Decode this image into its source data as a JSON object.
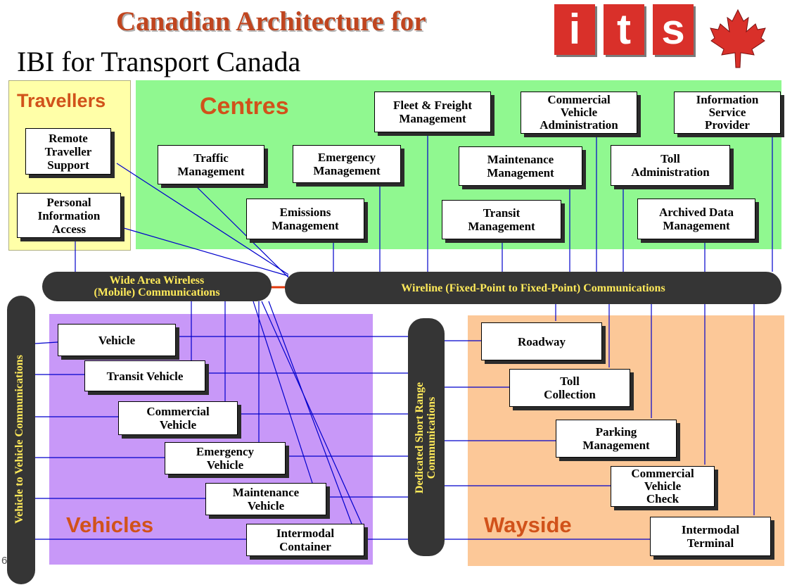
{
  "header": {
    "title": "Canadian Architecture for",
    "subtitle": "IBI for Transport Canada",
    "logo_letters": [
      "i",
      "t",
      "s"
    ]
  },
  "regions": {
    "travellers": "Travellers",
    "centres": "Centres",
    "vehicles": "Vehicles",
    "wayside": "Wayside"
  },
  "boxes": {
    "remote_traveller_support": "Remote\nTraveller\nSupport",
    "personal_information_access": "Personal\nInformation\nAccess",
    "traffic_management": "Traffic\nManagement",
    "emergency_management": "Emergency\nManagement",
    "emissions_management": "Emissions\nManagement",
    "fleet_freight_management": "Fleet & Freight\nManagement",
    "maintenance_management": "Maintenance\nManagement",
    "transit_management": "Transit\nManagement",
    "commercial_vehicle_administration": "Commercial\nVehicle\nAdministration",
    "toll_administration": "Toll\nAdministration",
    "information_service_provider": "Information\nService\nProvider",
    "archived_data_management": "Archived Data\nManagement",
    "vehicle": "Vehicle",
    "transit_vehicle": "Transit Vehicle",
    "commercial_vehicle": "Commercial\nVehicle",
    "emergency_vehicle": "Emergency\nVehicle",
    "maintenance_vehicle": "Maintenance\nVehicle",
    "intermodal_container": "Intermodal\nContainer",
    "roadway": "Roadway",
    "toll_collection": "Toll\nCollection",
    "parking_management": "Parking\nManagement",
    "commercial_vehicle_check": "Commercial\nVehicle\nCheck",
    "intermodal_terminal": "Intermodal\nTerminal"
  },
  "communications": {
    "wide_area_wireless": "Wide Area Wireless\n(Mobile) Communications",
    "wireline": "Wireline (Fixed-Point to Fixed-Point) Communications",
    "vehicle_to_vehicle": "Vehicle to Vehicle Communications",
    "dedicated_short_range": "Dedicated Short Range\nCommunications"
  },
  "page_number": "6",
  "colors": {
    "title": "#c0451f",
    "region_label": "#d1521a",
    "travellers_bg": "#ffffa8",
    "centres_bg": "#90f890",
    "vehicles_bg": "#c898f8",
    "wayside_bg": "#fcc898",
    "bus_bg": "#353535",
    "bus_text": "#ffea5a",
    "logo_red": "#d9302a",
    "maple_leaf": "#d9302a",
    "connector": "#0000cc"
  }
}
